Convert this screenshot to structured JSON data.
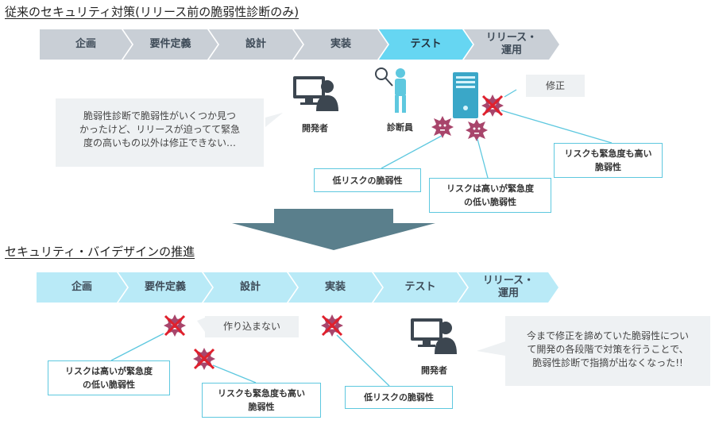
{
  "section1": {
    "title": "従来のセキュリティ対策(リリース前の脆弱性診断のみ)",
    "stages": [
      "企画",
      "要件定義",
      "設計",
      "実装",
      "テスト",
      "リリース・\n運用"
    ],
    "speech": "脆弱性診断で脆弱性がいくつか見つ\nかったけど、リリースが迫ってて緊急\n度の高いもの以外は修正できない…",
    "developer_label": "開発者",
    "inspector_label": "診断員",
    "fix_label": "修正",
    "callouts": {
      "low_risk": "低リスクの脆弱性",
      "high_risk_low_urgency": "リスクは高いが緊急度\nの低い脆弱性",
      "high_risk_high_urgency": "リスクも緊急度も高い\n脆弱性"
    }
  },
  "section2": {
    "title": "セキュリティ・バイデザインの推進",
    "stages": [
      "企画",
      "要件定義",
      "設計",
      "実装",
      "テスト",
      "リリース・\n運用"
    ],
    "not_built_label": "作り込まない",
    "developer_label": "開発者",
    "speech": "今まで修正を諦めていた脆弱性につい\nて開発の各段階で対策を行うことで、\n脆弱性診断で指摘が出なくなった!!",
    "callouts": {
      "high_risk_low_urgency": "リスクは高いが緊急度\nの低い脆弱性",
      "high_risk_high_urgency": "リスクも緊急度も高い\n脆弱性",
      "low_risk": "低リスクの脆弱性"
    }
  },
  "colors": {
    "stage_grey": "#c9cfd6",
    "stage_light_blue": "#b9eaf7",
    "stage_active": "#66d6f2",
    "callout_border": "#5ec8df",
    "arrow": "#5a7f8c",
    "bug": "#a8456b",
    "cross": "#e0202c",
    "person": "#3c4650"
  }
}
